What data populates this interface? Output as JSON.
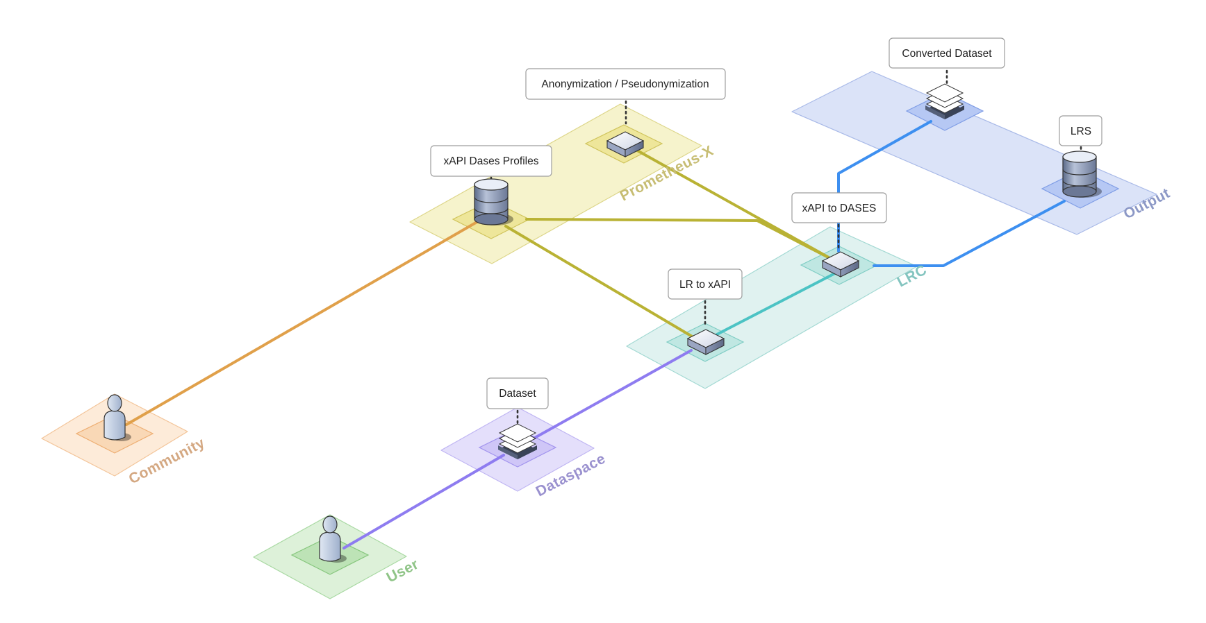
{
  "zones": {
    "community": {
      "label": "Community",
      "color": "#f5a65b"
    },
    "user": {
      "label": "User",
      "color": "#7cc47a"
    },
    "dataspace": {
      "label": "Dataspace",
      "color": "#9b8ef0"
    },
    "prometheus": {
      "label": "Prometheus-X",
      "color": "#d8cf4a"
    },
    "lrc": {
      "label": "LRC",
      "color": "#6fcac4"
    },
    "output": {
      "label": "Output",
      "color": "#7a9ee8"
    }
  },
  "nodes": {
    "community_actor": {
      "icon": "person-icon"
    },
    "user_actor": {
      "icon": "person-icon"
    },
    "dataset": {
      "label": "Dataset",
      "icon": "layers-icon"
    },
    "xapi_profiles": {
      "label": "xAPI Dases Profiles",
      "icon": "database-icon"
    },
    "anonymization": {
      "label": "Anonymization / Pseudonymization",
      "icon": "server-box-icon"
    },
    "lr_to_xapi": {
      "label": "LR to xAPI",
      "icon": "server-box-icon"
    },
    "xapi_to_dases": {
      "label": "xAPI to DASES",
      "icon": "server-box-icon"
    },
    "converted_dataset": {
      "label": "Converted Dataset",
      "icon": "layers-icon"
    },
    "lrs": {
      "label": "LRS",
      "icon": "database-icon"
    }
  },
  "connections": [
    {
      "from": "Community",
      "to": "xAPI Dases Profiles",
      "color": "#e0a04a"
    },
    {
      "from": "User",
      "to": "Dataset",
      "color": "#8e7cf0"
    },
    {
      "from": "Dataset",
      "to": "LR to xAPI",
      "color": "#8e7cf0"
    },
    {
      "from": "xAPI Dases Profiles",
      "to": "LR to xAPI",
      "color": "#b9b234"
    },
    {
      "from": "xAPI Dases Profiles",
      "to": "xAPI to DASES",
      "color": "#b9b234"
    },
    {
      "from": "Anonymization / Pseudonymization",
      "to": "xAPI to DASES",
      "color": "#b9b234"
    },
    {
      "from": "LR to xAPI",
      "to": "xAPI to DASES",
      "color": "#4cc3c4"
    },
    {
      "from": "xAPI to DASES",
      "to": "Converted Dataset",
      "color": "#3d8ff0"
    },
    {
      "from": "xAPI to DASES",
      "to": "LRS",
      "color": "#3d8ff0"
    }
  ]
}
